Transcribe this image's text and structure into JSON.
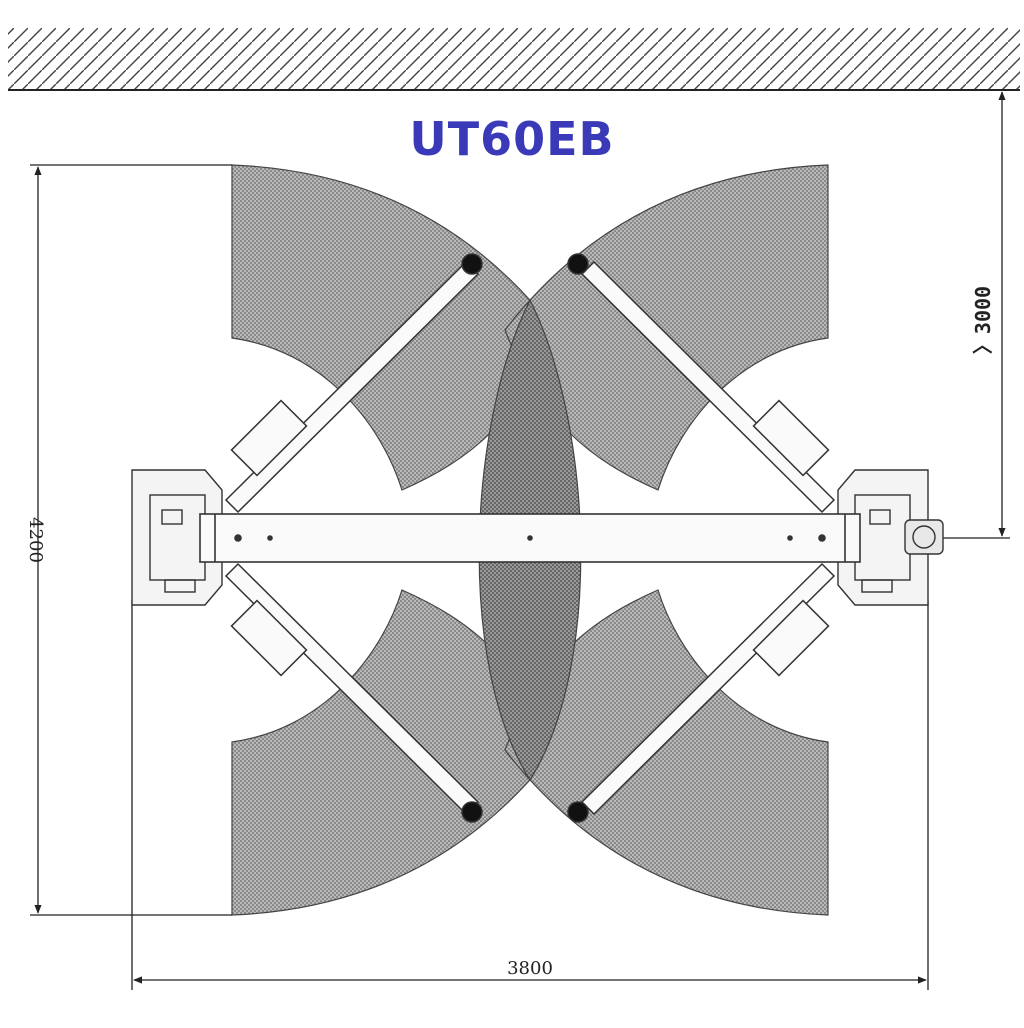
{
  "model_title": "UT60EB",
  "dimensions": {
    "height_label": "4200",
    "width_label": "3800",
    "wall_clearance_label": "〉3000"
  },
  "colors": {
    "title": "#3a3ab8",
    "line": "#222222",
    "sweep_fill": "#a9a9a9",
    "overlap_fill": "#8d8d8d"
  }
}
